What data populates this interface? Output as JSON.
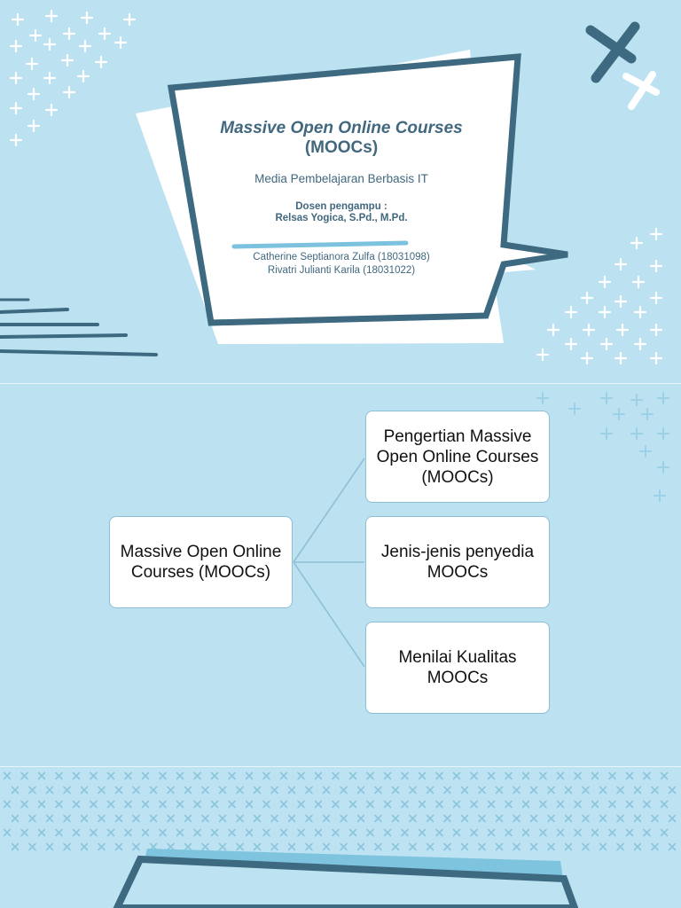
{
  "slide1": {
    "title_italic": "Massive Open Online Courses",
    "title_tail": "(MOOCs)",
    "subtitle": "Media Pembelajaran Berbasis IT",
    "lecturer_label": "Dosen pengampu :",
    "lecturer_name": "Relsas Yogica, S.Pd., M.Pd.",
    "author_1": "Catherine Septianora  Zulfa (18031098)",
    "author_2": "Rivatri Julianti Karila (18031022)"
  },
  "slide2": {
    "root": "Massive Open Online Courses (MOOCs)",
    "branches": [
      "Pengertian Massive Open Online Courses (MOOCs)",
      "Jenis-jenis penyedia MOOCs",
      "Menilai Kualitas MOOCs"
    ]
  },
  "colors": {
    "background": "#bce2f2",
    "frame": "#3d6a80",
    "text": "#41687f",
    "box_border": "#8cbfd4",
    "white": "#ffffff"
  }
}
